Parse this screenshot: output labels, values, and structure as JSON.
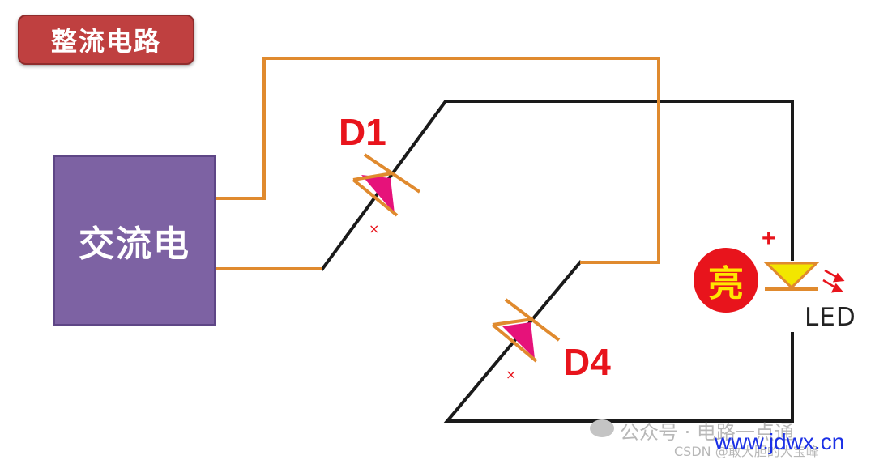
{
  "title": "整流电路",
  "source_label": "交流电",
  "diodes": [
    {
      "label": "D1"
    },
    {
      "label": "D4"
    }
  ],
  "cathode_marks": [
    "×",
    "×"
  ],
  "led": {
    "label": "LED",
    "polarity": "+",
    "state_label": "亮"
  },
  "watermarks": {
    "wechat": "公众号 · 电路一点通",
    "csdn": "CSDN @敢大胆的大宝峰",
    "site": "www.jdwx.cn"
  },
  "colors": {
    "orange_wire": "#e08a2e",
    "black_wire": "#1a1a1a",
    "diode_fill": "#e6127a",
    "led_fill": "#f2e600",
    "label_red": "#e8141c",
    "source_purple": "#7d62a3",
    "title_bg": "#bf4040"
  }
}
